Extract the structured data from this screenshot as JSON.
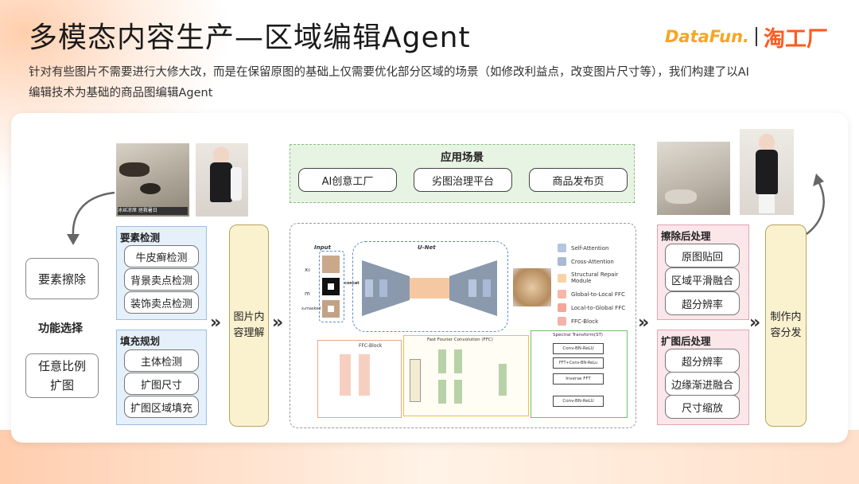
{
  "header": {
    "title": "多模态内容生产—区域编辑Agent",
    "logo_left": "DataFun.",
    "logo_right": "淘工厂"
  },
  "description": "针对有些图片不需要进行大修大改，而是在保留原图的基础上仅需要优化部分区域的场景（如修改利益点，改变图片尺寸等），我们构建了以AI编辑技术为基础的商品图编辑Agent",
  "functions": {
    "label": "功能选择",
    "erase": "要素擦除",
    "expand_line1": "任意比例",
    "expand_line2": "扩图"
  },
  "element_detection": {
    "title": "要素检测",
    "items": [
      "牛皮癣检测",
      "背景卖点检测",
      "装饰卖点检测"
    ]
  },
  "fill_planning": {
    "title": "填充规划",
    "items": [
      "主体检测",
      "扩图尺寸",
      "扩图区域填充"
    ]
  },
  "understanding": {
    "line1": "图片内",
    "line2": "容理解"
  },
  "scenarios": {
    "title": "应用场景",
    "items": [
      "AI创意工厂",
      "劣图治理平台",
      "商品发布页"
    ]
  },
  "architecture": {
    "input": "Input",
    "unet": "U-Net",
    "concat": "concat",
    "x0": "x₀",
    "m": "m",
    "xmasked": "x₀masked",
    "ffc_block": "FFC-Block",
    "ffc": "Fast Fourier Convolution (FFC)",
    "st": "Spectral Transform(ST)",
    "st_items": [
      "Conv-BN-ReLU",
      "FFT+Conv-BN-ReLu",
      "Inverse FFT",
      "Conv-BN-ReLU"
    ],
    "legend": [
      {
        "key": "S",
        "label": "Self-Attention",
        "color": "#b7c6de"
      },
      {
        "key": "C",
        "label": "Cross-Attention",
        "color": "#a9b9d6"
      },
      {
        "key": "P",
        "label": "Structural Repair Module",
        "color": "#f7d3a6"
      },
      {
        "key": "L",
        "label": "Global-to-Local FFC",
        "color": "#f6b6a8"
      },
      {
        "key": "G",
        "label": "Local-to-Global FFC",
        "color": "#f3a79a"
      },
      {
        "key": "B",
        "label": "FFC-Block",
        "color": "#f4b2a9"
      }
    ]
  },
  "erase_post": {
    "title": "擦除后处理",
    "items": [
      "原图贴回",
      "区域平滑融合",
      "超分辨率"
    ]
  },
  "expand_post": {
    "title": "扩图后处理",
    "items": [
      "超分辨率",
      "边缘渐进融合",
      "尺寸缩放"
    ]
  },
  "distribution": {
    "line1": "制作内",
    "line2": "容分发"
  },
  "photo_caption": "冰丝凉席 拯救暑日"
}
